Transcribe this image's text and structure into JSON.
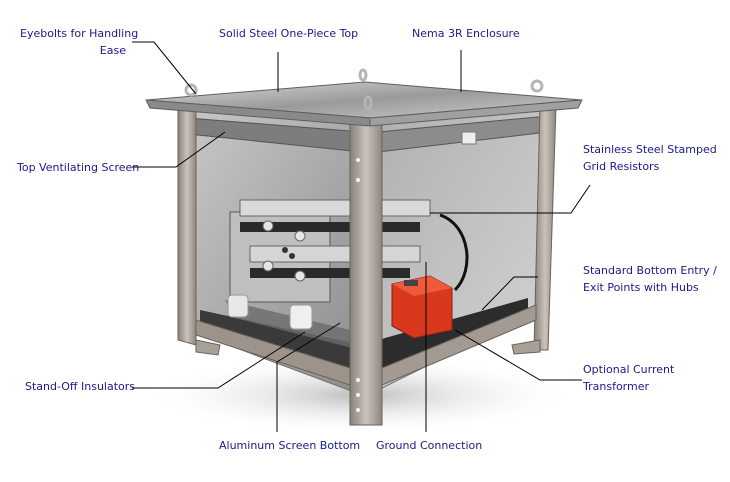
{
  "diagram": {
    "subject": "Resistor enclosure (stainless steel frame, Nema 3R)",
    "colors": {
      "label_text": "#1a1a8c",
      "leader_line": "#000000",
      "steel": "#a8a8a8",
      "transformer": "#d8381c"
    },
    "labels": [
      {
        "id": "eyebolts",
        "lines": [
          "Eyebolts for Handling",
          "Ease"
        ]
      },
      {
        "id": "top",
        "lines": [
          "Solid Steel One-Piece Top"
        ]
      },
      {
        "id": "nema",
        "lines": [
          "Nema 3R Enclosure"
        ]
      },
      {
        "id": "ventscreen",
        "lines": [
          "Top Ventilating Screen"
        ]
      },
      {
        "id": "grid",
        "lines": [
          "Stainless Steel Stamped",
          "Grid Resistors"
        ]
      },
      {
        "id": "entry",
        "lines": [
          "Standard Bottom Entry /",
          "Exit Points with Hubs"
        ]
      },
      {
        "id": "ct",
        "lines": [
          "Optional Current",
          "Transformer"
        ]
      },
      {
        "id": "insulators",
        "lines": [
          "Stand-Off Insulators"
        ]
      },
      {
        "id": "screenbottom",
        "lines": [
          "Aluminum Screen Bottom"
        ]
      },
      {
        "id": "ground",
        "lines": [
          "Ground Connection"
        ]
      }
    ]
  }
}
